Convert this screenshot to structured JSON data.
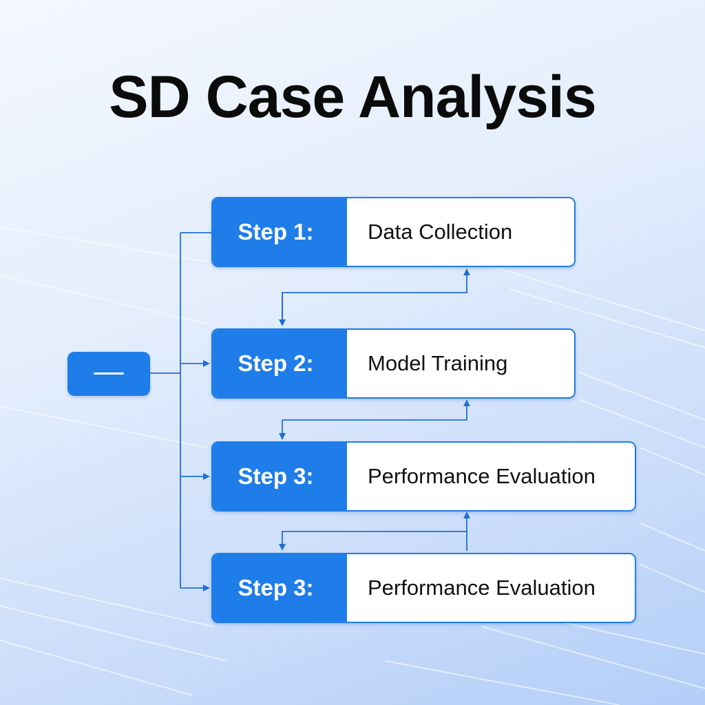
{
  "title": "SD Case Analysis",
  "colors": {
    "accent": "#1f7de9",
    "connector": "#1f6fd8",
    "box": "#ffffff",
    "title": "#0b0b0b"
  },
  "start_node": {
    "label": "—"
  },
  "steps": [
    {
      "label": "Step 1:",
      "text": "Data Collection"
    },
    {
      "label": "Step 2:",
      "text": "Model Training"
    },
    {
      "label": "Step 3:",
      "text": "Performance Evaluation"
    },
    {
      "label": "Step 3:",
      "text": "Performance Evaluation"
    }
  ]
}
